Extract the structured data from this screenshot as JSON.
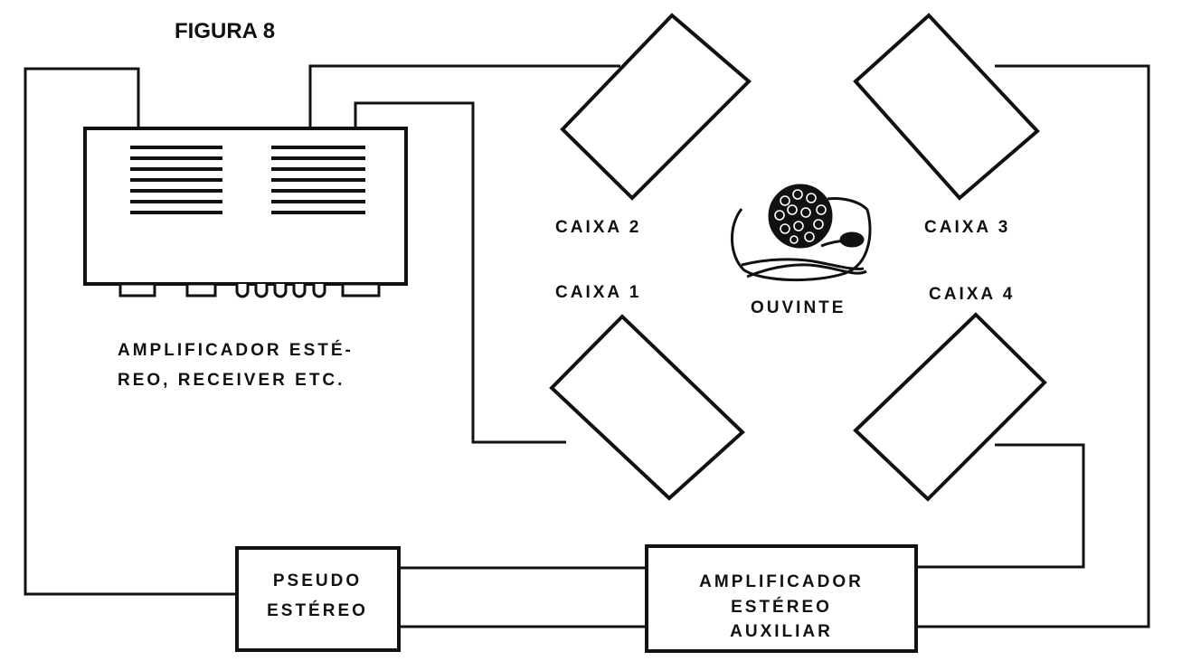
{
  "figure": {
    "title": "FIGURA 8"
  },
  "amplifier": {
    "caption_line1": "AMPLIFICADOR ESTÉ-",
    "caption_line2": "REO, RECEIVER ETC."
  },
  "speakers": {
    "box1": "CAIXA 1",
    "box2": "CAIXA 2",
    "box3": "CAIXA 3",
    "box4": "CAIXA 4"
  },
  "listener": {
    "label": "OUVINTE"
  },
  "pseudo_stereo": {
    "line1": "PSEUDO",
    "line2": "ESTÉREO"
  },
  "aux_amplifier": {
    "line1": "AMPLIFICADOR",
    "line2": "ESTÉREO",
    "line3": "AUXILIAR"
  }
}
